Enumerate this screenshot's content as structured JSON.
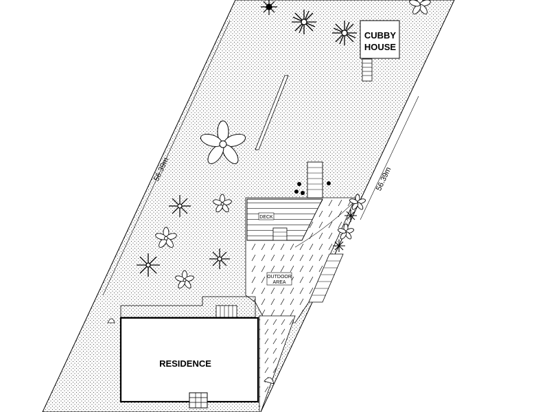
{
  "labels": {
    "cubby_line1": "CUBBY",
    "cubby_line2": "HOUSE",
    "deck": "DECK",
    "outdoor_line1": "OUTDOOR",
    "outdoor_line2": "AREA",
    "residence": "RESIDENCE",
    "dim_left": "56.39m",
    "dim_right": "56.39m"
  },
  "colors": {
    "line": "#000000",
    "dot_fill": "#555555",
    "background": "#ffffff"
  }
}
